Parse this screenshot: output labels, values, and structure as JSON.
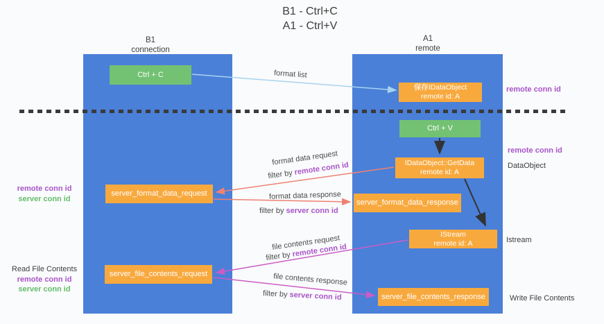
{
  "title": {
    "line1": "B1 - Ctrl+C",
    "line2": "A1 - Ctrl+V"
  },
  "lanes": {
    "left": {
      "name": "B1",
      "role": "connection"
    },
    "right": {
      "name": "A1",
      "role": "remote"
    }
  },
  "nodes": {
    "ctrl_c": {
      "label": "Ctrl + C"
    },
    "ctrl_v": {
      "label": "Ctrl + V"
    },
    "save_dataobject": {
      "line1": "保存IDataObject",
      "line2": "remote id: A"
    },
    "getdata": {
      "line1": "IDataObject::GetData",
      "line2": "remote id: A"
    },
    "istream": {
      "line1": "IStream",
      "line2": "remote id: A"
    },
    "format_request": {
      "label": "server_format_data_request"
    },
    "format_response": {
      "label": "server_format_data_response"
    },
    "file_request": {
      "label": "server_file_contents_request"
    },
    "file_response": {
      "label": "server_file_contents_response"
    }
  },
  "flows": {
    "format_list": {
      "label": "format list"
    },
    "format_data_request": {
      "label": "format data request",
      "filter_prefix": "filter by",
      "filter_key": "remote conn id"
    },
    "format_data_response": {
      "label": "format data response",
      "filter_prefix": "filter by",
      "filter_key": "server conn id"
    },
    "file_contents_request": {
      "label": "file contents request",
      "filter_prefix": "filter by",
      "filter_key": "remote conn id"
    },
    "file_contents_response": {
      "label": "file contents response",
      "filter_prefix": "filter by",
      "filter_key": "server conn id"
    }
  },
  "side_labels": {
    "right_remote_conn_top": "remote conn id",
    "right_remote_conn_mid": "remote conn id",
    "dataobject": "DataObject",
    "istream": "Istream",
    "write_file_contents": "Write File Contents",
    "left_format_remote_conn": "remote conn id",
    "left_format_server_conn": "server conn id",
    "read_file_contents": "Read File Contents",
    "left_file_remote_conn": "remote conn id",
    "left_file_server_conn": "server conn id"
  },
  "colors": {
    "lane_blue": "#4a80d8",
    "node_green": "#73c173",
    "node_orange": "#f8a93e",
    "purple_text": "#a855c8",
    "green_text": "#64bd6a",
    "arrow_blue": "#a8d3f0",
    "arrow_red": "#ee8172",
    "arrow_magenta": "#cb5dc5",
    "arrow_black": "#333333"
  }
}
